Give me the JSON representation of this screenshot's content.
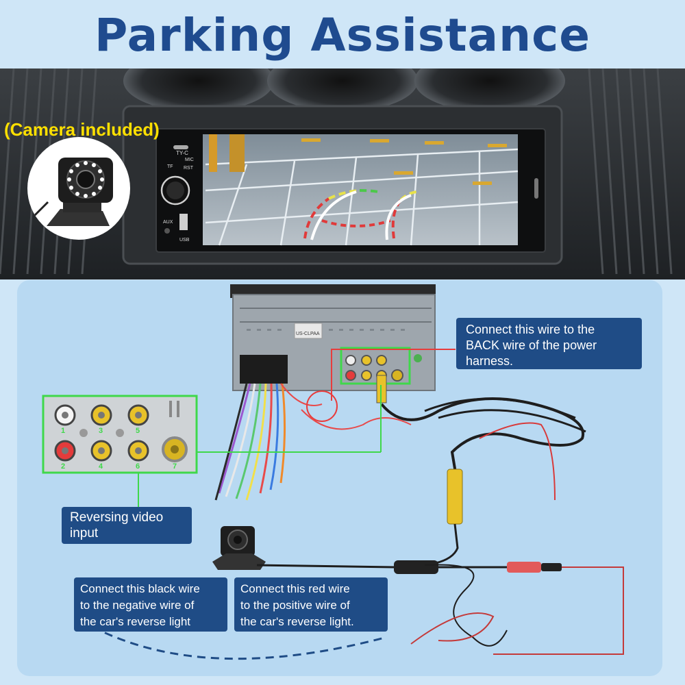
{
  "title": "Parking Assistance",
  "camera_label": "(Camera included)",
  "stereo_labels": {
    "typec": "TY-C",
    "mic": "MIC",
    "tf": "TF",
    "rst": "RST",
    "aux": "AUX",
    "usb": "USB"
  },
  "unit_label": "US-CLPAA",
  "jack_numbers": [
    "1",
    "2",
    "3",
    "4",
    "5",
    "6",
    "7"
  ],
  "callouts": {
    "back_wire": [
      "Connect this wire to the",
      "BACK wire of the power",
      "harness."
    ],
    "reversing_video": [
      "Reversing video",
      "input"
    ],
    "black_wire": [
      "Connect this black wire",
      "to the negative wire of",
      "the car's reverse light"
    ],
    "red_wire": [
      "Connect this red wire",
      "to the positive wire of",
      "the car's reverse light."
    ]
  },
  "colors": {
    "title": "#1f4b8f",
    "callout_bg": "#1f4c86",
    "camera_label": "#ffe000",
    "highlight": "#3fd84a",
    "wire_red": "#e83c3c",
    "panel_bg": "#b8d9f2",
    "page_bg": "#cfe6f7"
  }
}
